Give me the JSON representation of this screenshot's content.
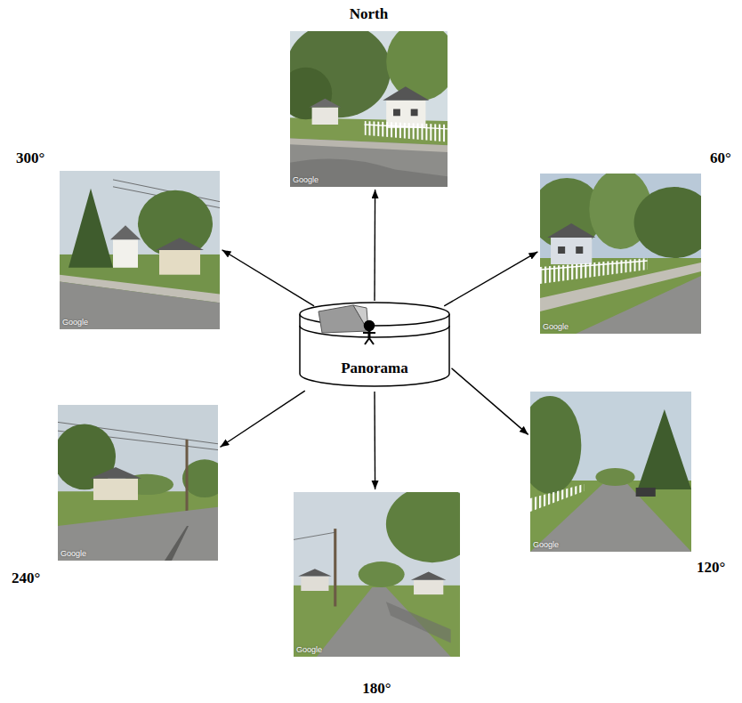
{
  "diagram": {
    "nodes": [
      {
        "text": [
          "North"
        ]
      },
      {
        "text": [
          "300°"
        ]
      },
      {
        "text": [
          "60°"
        ]
      },
      {
        "text": [
          "Panorama"
        ]
      },
      {
        "text": [
          "240°"
        ]
      },
      {
        "text": [
          "120°"
        ]
      },
      {
        "text": [
          "180°"
        ]
      }
    ],
    "edges": [
      {
        "from": 3,
        "to": 0,
        "arrow": "to"
      },
      {
        "from": 3,
        "to": 2,
        "arrow": "to"
      },
      {
        "from": 3,
        "to": 5,
        "arrow": "to"
      },
      {
        "from": 3,
        "to": 6,
        "arrow": "to"
      },
      {
        "from": 3,
        "to": 4,
        "arrow": "to"
      },
      {
        "from": 3,
        "to": 1,
        "arrow": "to"
      }
    ],
    "labels": [
      "Google",
      "Google",
      "Google",
      "Google",
      "Google",
      "Google"
    ]
  }
}
